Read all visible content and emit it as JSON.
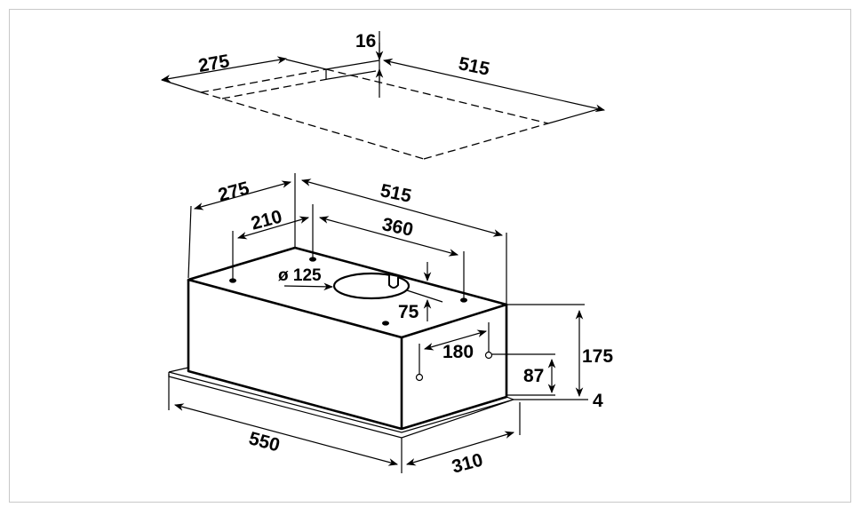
{
  "title": "Built-in cooker hood dimension drawing",
  "cutout": {
    "depth": "275",
    "width": "515",
    "thickness": "16"
  },
  "unit": {
    "depth_top": "275",
    "width_top": "515",
    "hole_spacing_depth": "210",
    "hole_spacing_width": "360",
    "duct_diameter": "ø 125",
    "duct_offset": "75",
    "side_hole_spacing": "180",
    "body_height": "175",
    "side_hole_height": "87",
    "plate_thickness": "4",
    "overall_width": "550",
    "overall_depth": "310"
  },
  "colors": {
    "line": "#000000",
    "frame": "#c8c8c8"
  }
}
